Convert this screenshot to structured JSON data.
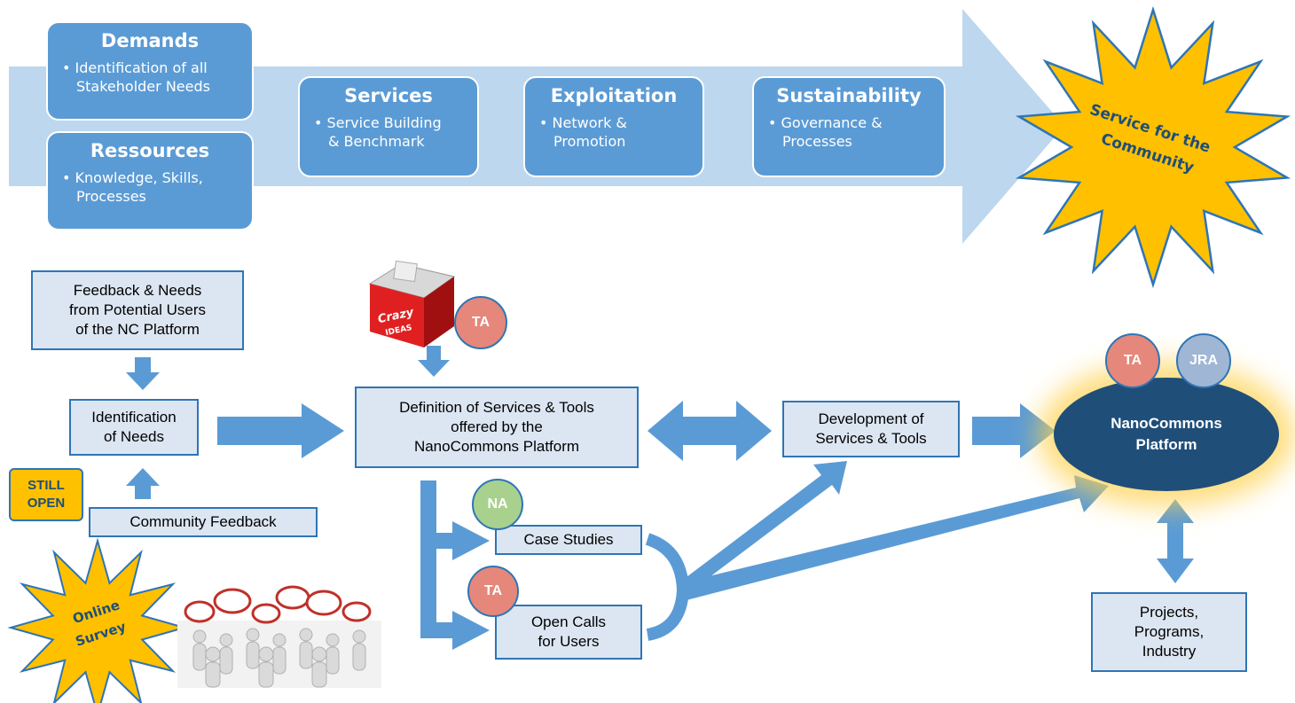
{
  "phases": [
    {
      "title": "Demands",
      "items": [
        "• Identification of all",
        "Stakeholder Needs"
      ]
    },
    {
      "title": "Ressources",
      "items": [
        "• Knowledge, Skills,",
        "Processes"
      ]
    },
    {
      "title": "Services",
      "items": [
        "• Service Building",
        "& Benchmark"
      ]
    },
    {
      "title": "Exploitation",
      "items": [
        "• Network &",
        "Promotion"
      ]
    },
    {
      "title": "Sustainability",
      "items": [
        "• Governance &",
        "Processes"
      ]
    }
  ],
  "star_main": [
    "Service for the",
    "Community"
  ],
  "star_survey": [
    "Online",
    "Survey"
  ],
  "feedback_box": [
    "Feedback & Needs",
    "from Potential Users",
    "of the NC Platform"
  ],
  "identification_box": [
    "Identification",
    "of Needs"
  ],
  "community_feedback": "Community Feedback",
  "still_open": [
    "STILL",
    "OPEN"
  ],
  "ideas_box_label": [
    "Crazy",
    "IDEAS"
  ],
  "definition_box": [
    "Definition of Services & Tools",
    "offered by the",
    "NanoCommons Platform"
  ],
  "development_box": [
    "Development of",
    "Services & Tools"
  ],
  "case_studies": "Case Studies",
  "open_calls": [
    "Open Calls",
    "for Users"
  ],
  "platform": [
    "NanoCommons",
    "Platform"
  ],
  "projects_box": [
    "Projects,",
    "Programs,",
    "Industry"
  ],
  "badges": {
    "ta": "TA",
    "jra": "JRA",
    "na": "NA"
  },
  "colors": {
    "phase_blue": "#5b9bd5",
    "arrow_light": "#bdd7ee",
    "flow_arrow": "#5b9bd5",
    "box_fill": "#dce6f2",
    "box_border": "#2e75b6",
    "star": "#ffc000",
    "ta": "#e5877a",
    "jra": "#9fb6d4",
    "na": "#a9d18e",
    "platform": "#1f4e79"
  }
}
